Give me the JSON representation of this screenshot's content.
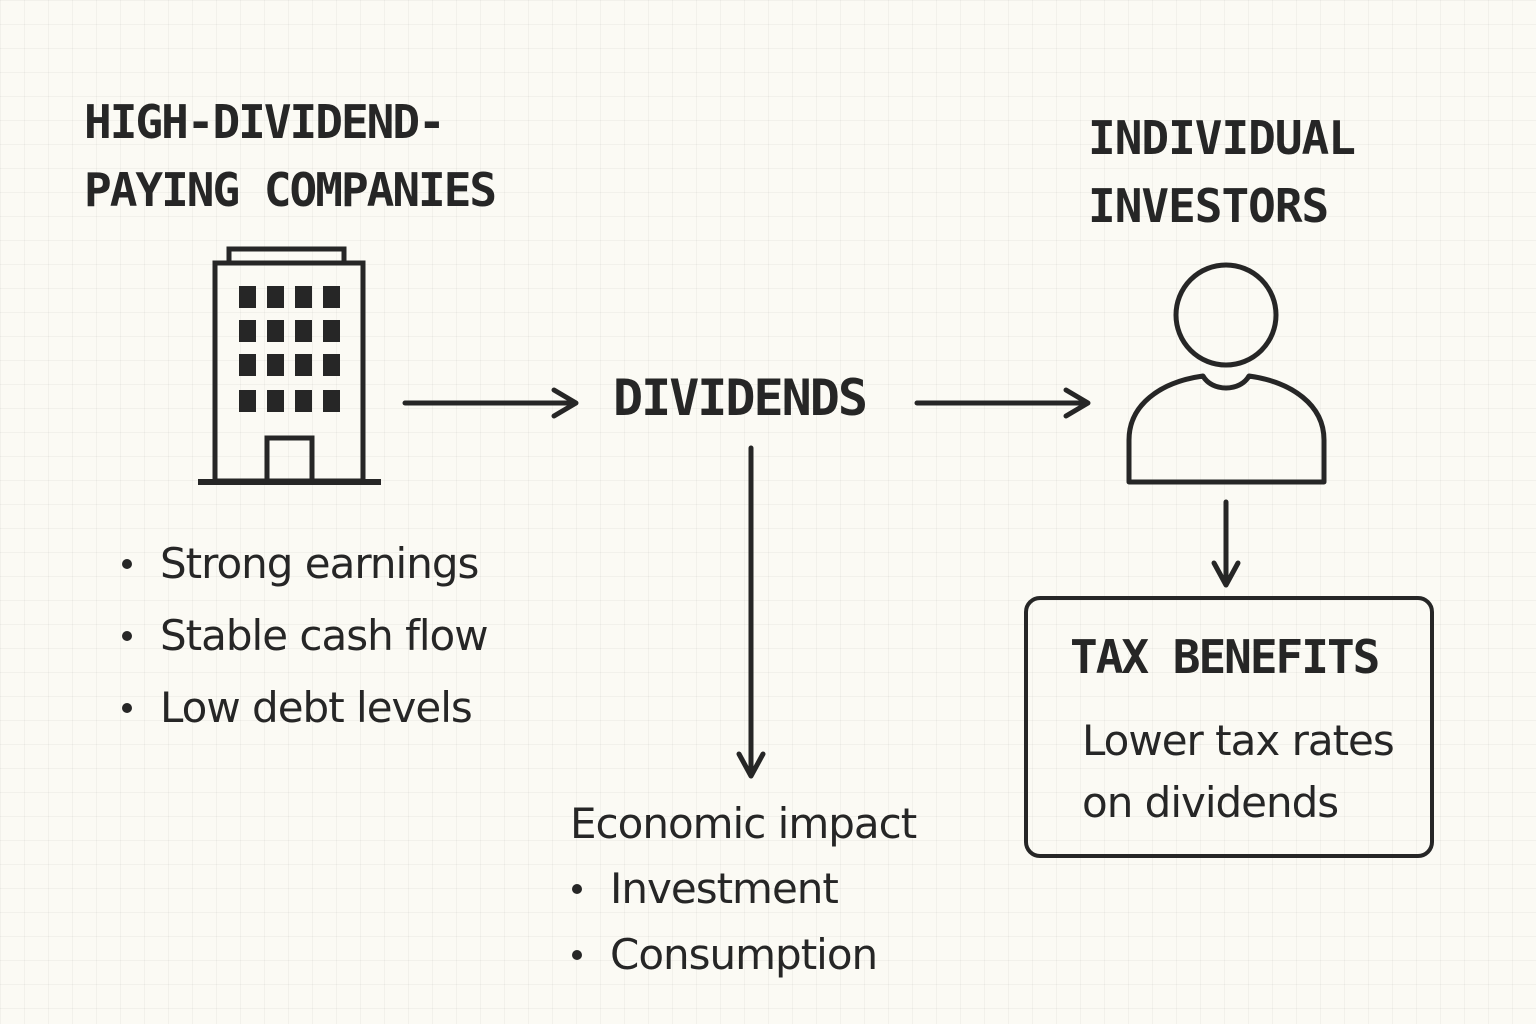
{
  "companies": {
    "title_line1": "HIGH-DIVIDEND-",
    "title_line2": "PAYING COMPANIES",
    "traits": [
      "Strong earnings",
      "Stable cash flow",
      "Low debt levels"
    ]
  },
  "dividends": {
    "label": "DIVIDENDS"
  },
  "investors": {
    "title_line1": "INDIVIDUAL",
    "title_line2": "INVESTORS"
  },
  "tax_benefits": {
    "title": "TAX BENEFITS",
    "description": "Lower tax rates on dividends"
  },
  "economic_impact": {
    "title": "Economic impact",
    "items": [
      "Investment",
      "Consumption"
    ]
  },
  "icons": {
    "company": "office-building-icon",
    "investor": "person-icon"
  },
  "colors": {
    "ink": "#262626",
    "background": "#fbfaf4"
  }
}
